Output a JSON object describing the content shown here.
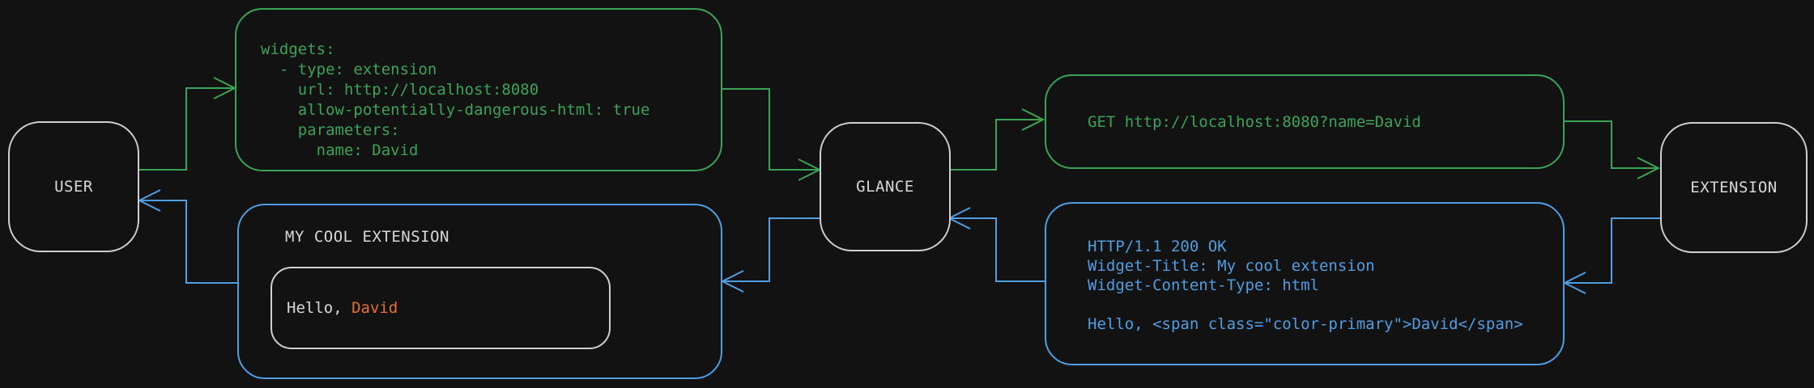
{
  "diagram": {
    "nodes": {
      "user": {
        "label": "USER"
      },
      "glance": {
        "label": "GLANCE"
      },
      "extension": {
        "label": "EXTENSION"
      }
    },
    "boxes": {
      "config": {
        "code": "widgets:\n  - type: extension\n    url: http://localhost:8080\n    allow-potentially-dangerous-html: true\n    parameters:\n      name: David"
      },
      "request": {
        "code": "GET http://localhost:8080?name=David"
      },
      "response": {
        "code": "HTTP/1.1 200 OK\nWidget-Title: My cool extension\nWidget-Content-Type: html\n\nHello, <span class=\"color-primary\">David</span>"
      },
      "widget": {
        "title": "MY COOL EXTENSION",
        "greeting_prefix": "Hello, ",
        "greeting_name": "David"
      }
    },
    "colors": {
      "background": "#121212",
      "green": "#3aa356",
      "blue": "#4f9ee3",
      "border_gray": "#cfcfcf",
      "text_gray": "#d8d8d8",
      "orange": "#e5702c"
    }
  }
}
